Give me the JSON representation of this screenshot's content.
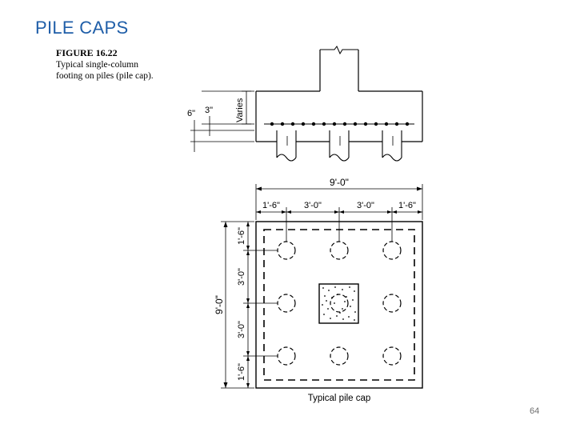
{
  "slide": {
    "title": "PILE CAPS",
    "page_number": "64"
  },
  "figure": {
    "label": "FIGURE 16.22",
    "caption_line1": "Typical single-column",
    "caption_line2": "footing on piles (pile cap)."
  },
  "elevation": {
    "dim_6in": "6\"",
    "dim_3in": "3\"",
    "dim_varies": "Varies"
  },
  "plan": {
    "overall_width": "9'-0\"",
    "top_segments": [
      "1'-6\"",
      "3'-0\"",
      "3'-0\"",
      "1'-6\""
    ],
    "overall_height": "9'-0\"",
    "left_segments": [
      "1'-6\"",
      "3'-0\"",
      "3'-0\"",
      "1'-6\""
    ],
    "caption": "Typical pile cap"
  },
  "colors": {
    "title": "#1f5ea8",
    "page_number": "#6f6f6f",
    "line": "#000000"
  }
}
